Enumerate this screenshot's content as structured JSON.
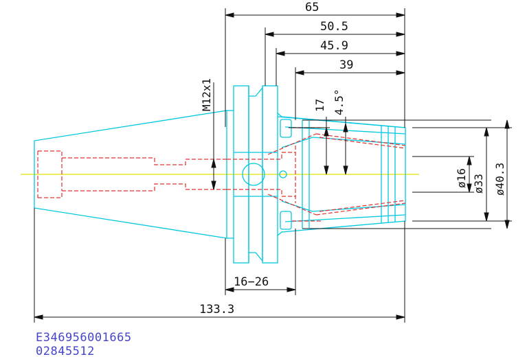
{
  "dimensions": {
    "d65": "65",
    "d50_5": "50.5",
    "d45_9": "45.9",
    "d39": "39",
    "d17": "17",
    "angle": "4.5°",
    "thread": "M12x1",
    "dia16": "ø16",
    "dia33": "ø33",
    "dia40_3": "ø40.3",
    "range": "16−26",
    "overall": "133.3"
  },
  "codes": {
    "line1": "E346956001665",
    "line2": "02845512"
  },
  "colors": {
    "outline": "#00c8e0",
    "hidden": "#e03030",
    "centerline": "#e8e000",
    "dimension": "#111111",
    "ident_text": "#4444cc"
  }
}
